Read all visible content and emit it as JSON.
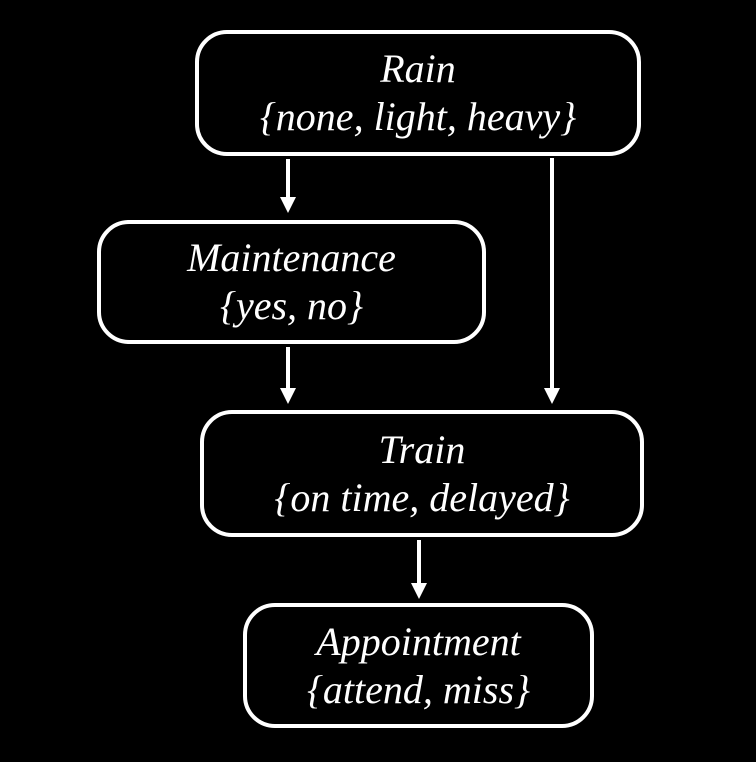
{
  "diagram": {
    "type": "bayesian-network",
    "background_color": "#000000",
    "node_border_color": "#ffffff",
    "text_color": "#ffffff",
    "nodes": {
      "rain": {
        "label": "Rain",
        "states": "{none, light, heavy}"
      },
      "maintenance": {
        "label": "Maintenance",
        "states": "{yes, no}"
      },
      "train": {
        "label": "Train",
        "states": "{on time, delayed}"
      },
      "appointment": {
        "label": "Appointment",
        "states": "{attend, miss}"
      }
    },
    "edges": [
      {
        "from": "Rain",
        "to": "Maintenance"
      },
      {
        "from": "Rain",
        "to": "Train"
      },
      {
        "from": "Maintenance",
        "to": "Train"
      },
      {
        "from": "Train",
        "to": "Appointment"
      }
    ]
  }
}
